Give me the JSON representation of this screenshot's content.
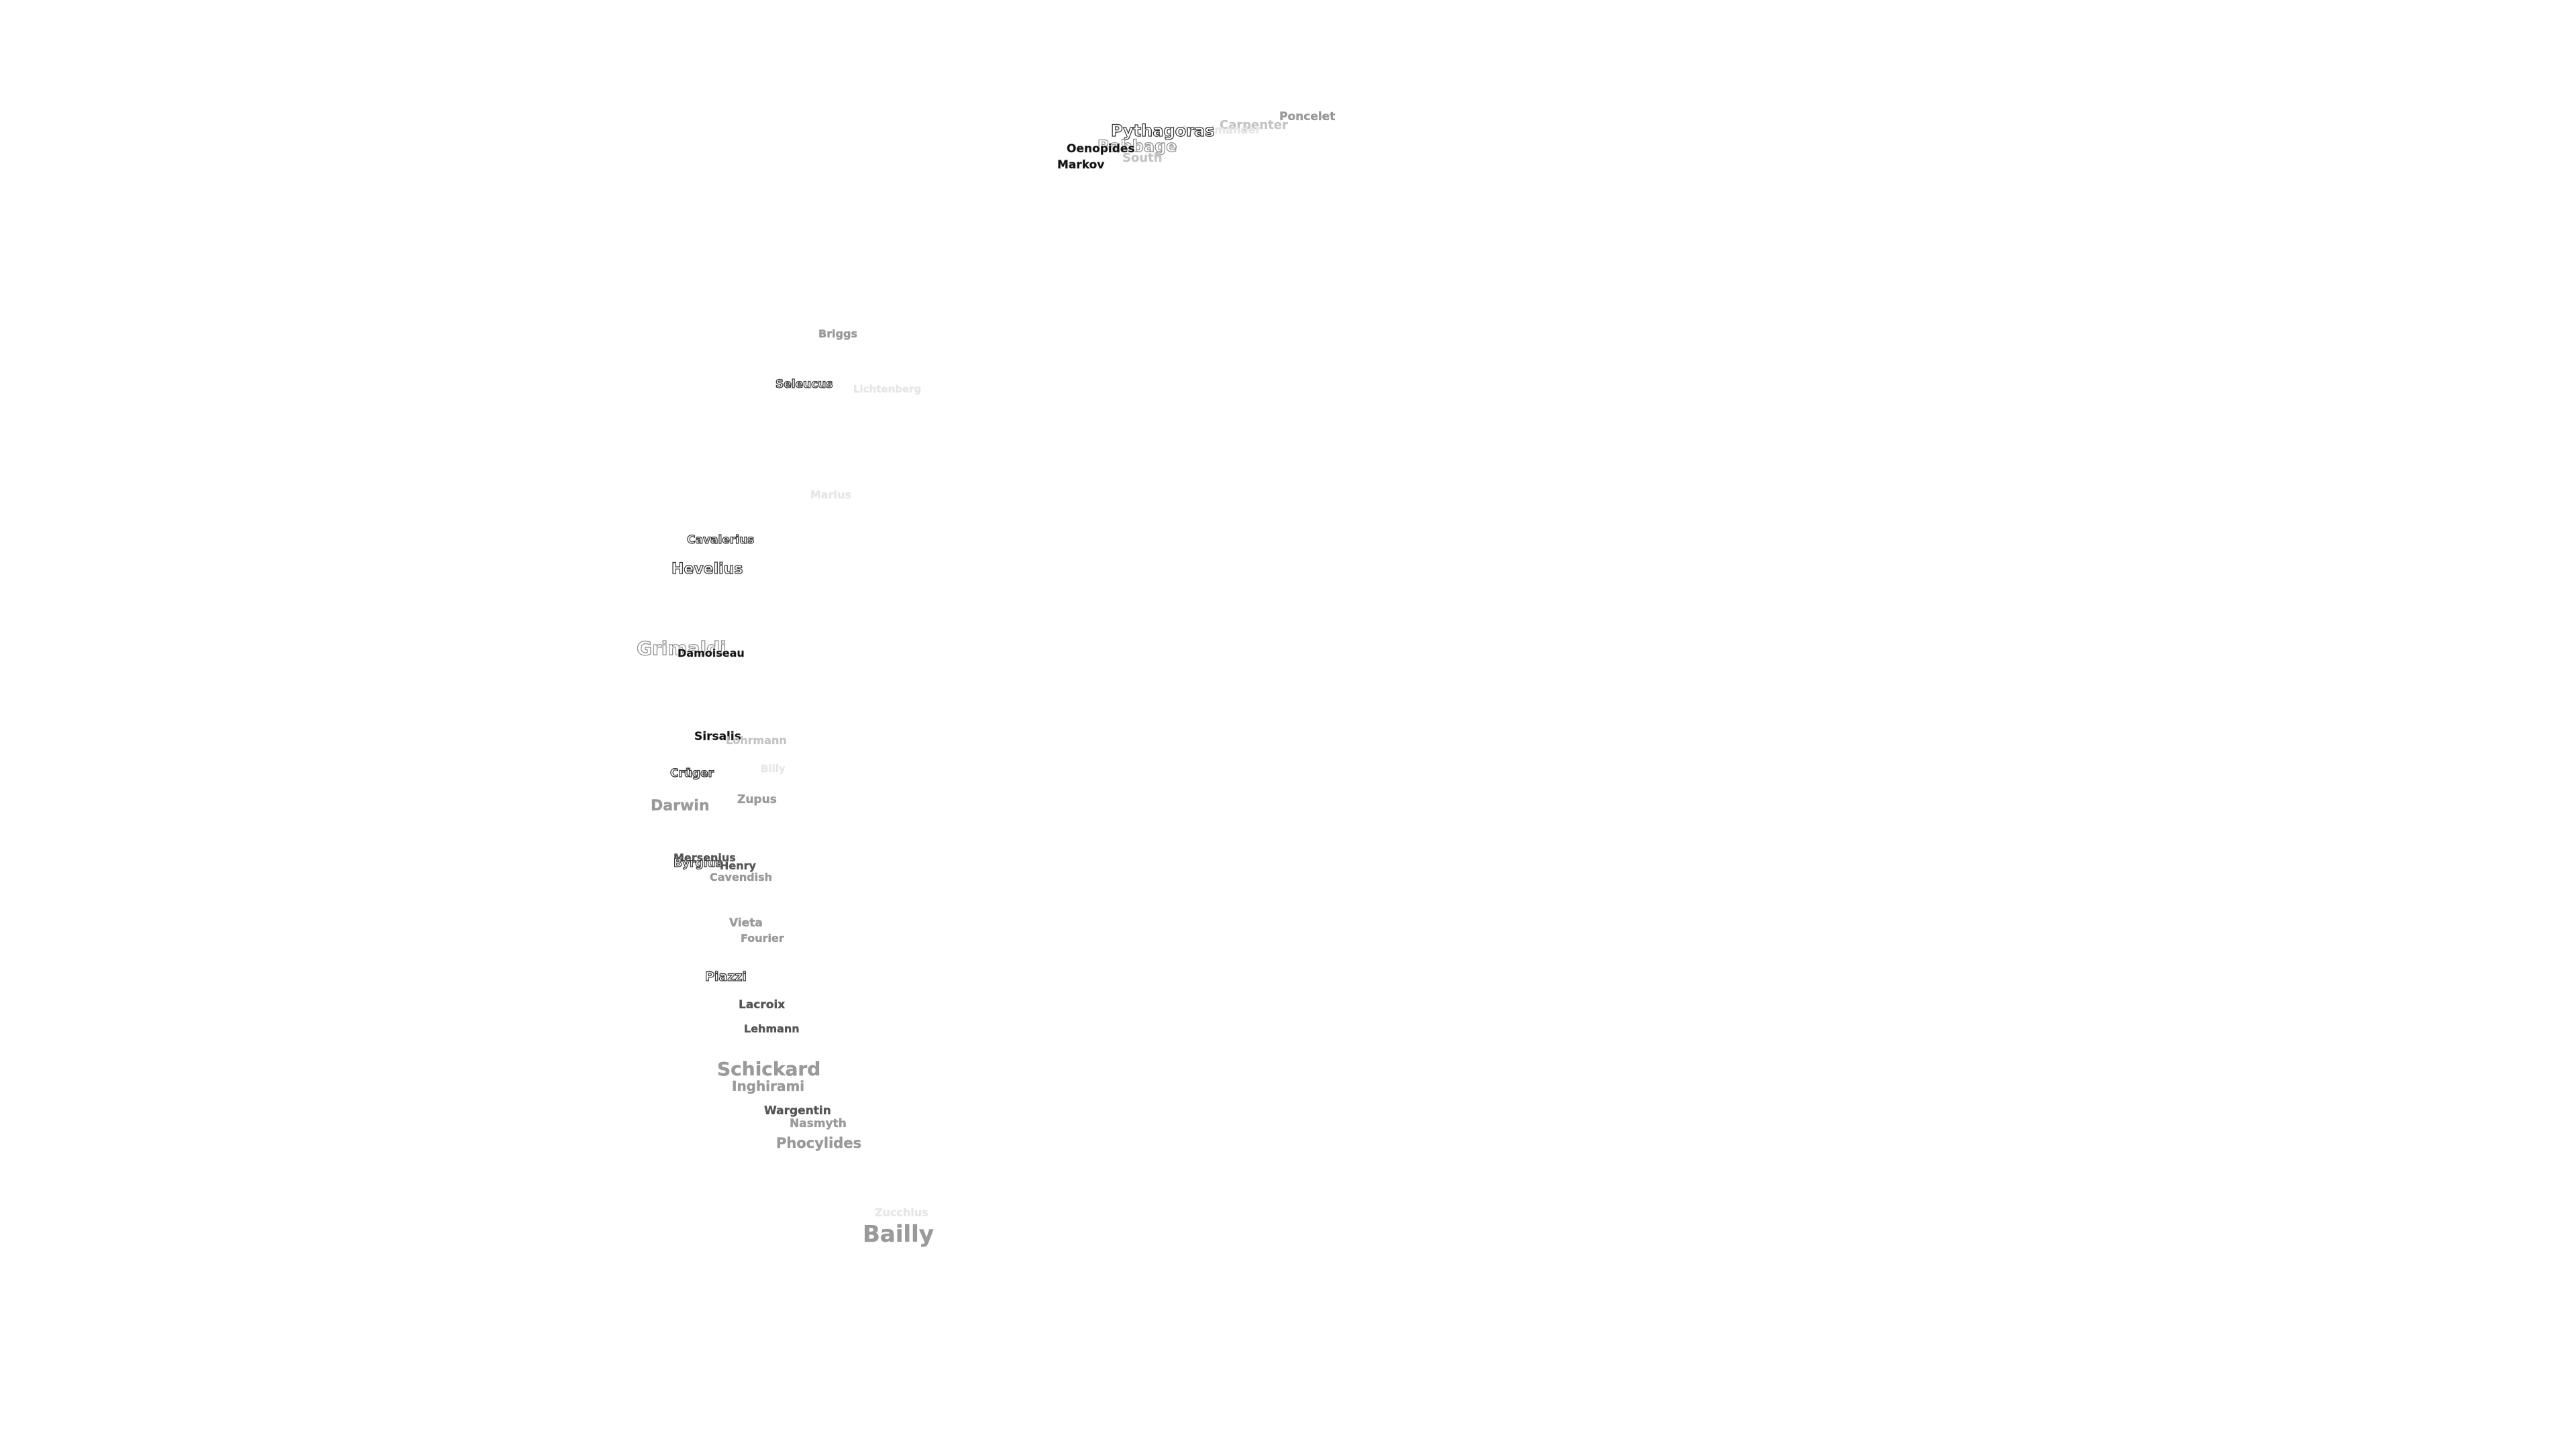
{
  "map": {
    "labels": {
      "poncelet": "Poncelet",
      "carpenter": "Carpenter",
      "pythagoras": "Pythagoras",
      "anaximander": "Anaximander",
      "oenopides": "Oenopides",
      "babbage": "Babbage",
      "markov": "Markov",
      "south": "South",
      "briggs": "Briggs",
      "seleucus": "Seleucus",
      "lichtenberg": "Lichtenberg",
      "marius": "Marius",
      "cavalerius": "Cavalerius",
      "hevelius": "Hevelius",
      "grimaldi": "Grimaldi",
      "damoiseau": "Damoiseau",
      "sirsalis": "Sirsalis",
      "lohrmann": "Lohrmann",
      "billy": "Billy",
      "cruger": "Crüger",
      "darwin": "Darwin",
      "zupus": "Zupus",
      "mersenius": "Mersenius",
      "byrgius": "Byrgius",
      "henry": "Henry",
      "cavendish": "Cavendish",
      "vieta": "Vieta",
      "fourier": "Fourier",
      "piazzi": "Piazzi",
      "lacroix": "Lacroix",
      "lehmann": "Lehmann",
      "schickard": "Schickard",
      "inghirami": "Inghirami",
      "wargentin": "Wargentin",
      "nasmyth": "Nasmyth",
      "phocylides": "Phocylides",
      "zucchius": "Zucchius",
      "bailly": "Bailly"
    }
  }
}
